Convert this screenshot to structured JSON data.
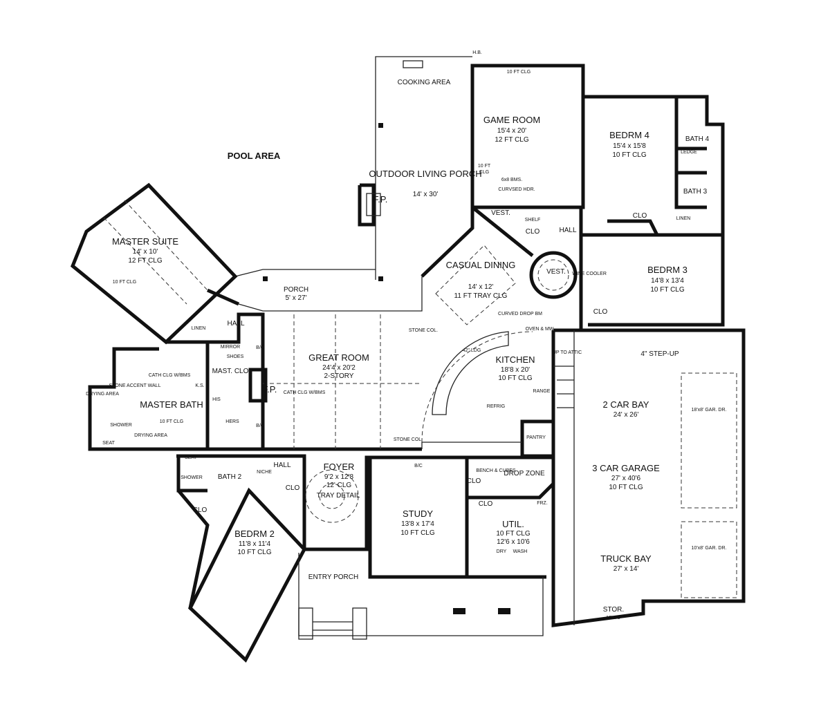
{
  "plan": {
    "rooms": [
      {
        "name": "POOL AREA",
        "dims": "",
        "clg": ""
      },
      {
        "name": "COOKING AREA",
        "dims": "",
        "clg": ""
      },
      {
        "name": "GAME ROOM",
        "dims": "15'4 x 20'",
        "clg": "12 FT CLG"
      },
      {
        "name": "OUTDOOR LIVING PORCH",
        "dims": "14' x 30'",
        "clg": ""
      },
      {
        "name": "BEDRM 4",
        "dims": "15'4 x 15'8",
        "clg": "10 FT CLG"
      },
      {
        "name": "MASTER SUITE",
        "dims": "14' x 10'",
        "clg": "12 FT CLG"
      },
      {
        "name": "CASUAL DINING",
        "dims": "14' x 12'",
        "clg": "11 FT TRAY CLG"
      },
      {
        "name": "BEDRM 3",
        "dims": "14'8 x 13'4",
        "clg": "10 FT CLG"
      },
      {
        "name": "PORCH",
        "dims": "5' x 27'",
        "clg": ""
      },
      {
        "name": "GREAT ROOM",
        "dims": "24'4 x 20'2",
        "clg": "2-STORY"
      },
      {
        "name": "KITCHEN",
        "dims": "18'8 x 20'",
        "clg": "10 FT CLG"
      },
      {
        "name": "MASTER BATH",
        "dims": "",
        "clg": "10 FT CLG"
      },
      {
        "name": "2 CAR BAY",
        "dims": "24' x 26'",
        "clg": ""
      },
      {
        "name": "3 CAR GARAGE",
        "dims": "27' x 40'6",
        "clg": "10 FT CLG"
      },
      {
        "name": "FOYER",
        "dims": "9'2 x 12'8",
        "clg": "12' CLG"
      },
      {
        "name": "STUDY",
        "dims": "13'8 x 17'4",
        "clg": "10 FT CLG"
      },
      {
        "name": "UTIL.",
        "dims": "12'6 x 10'6",
        "clg": "10 FT CLG"
      },
      {
        "name": "BEDRM 2",
        "dims": "11'8 x 11'4",
        "clg": "10 FT CLG"
      },
      {
        "name": "TRUCK BAY",
        "dims": "27' x 14'",
        "clg": ""
      },
      {
        "name": "STOR.",
        "dims": "16' x 3'",
        "clg": ""
      },
      {
        "name": "ENTRY PORCH",
        "dims": "",
        "clg": ""
      }
    ],
    "labels": {
      "fp1": "F.P.",
      "fp2": "F.P.",
      "vest1": "VEST.",
      "vest2": "VEST.",
      "hall1": "HALL",
      "hall2": "HALL",
      "hall3": "HALL",
      "clo_game": "CLO",
      "clo_bed4": "CLO",
      "clo_bed3": "CLO",
      "clo_bed2": "CLO",
      "clo_hall": "CLO",
      "clo_study": "CLO",
      "clo_util": "CLO",
      "bath4": "BATH 4",
      "bath3": "BATH 3",
      "bath2": "BATH 2",
      "linen1": "LINEN",
      "linen2": "LINEN",
      "ledge": "LEDGE",
      "ten_clg": "10 FT CLG",
      "ten_clg_l": "10 FT CLG",
      "ten_ft": "10 FT",
      "clg": "CLG",
      "curved_hdr": "CURVSED HDR.",
      "bms": "6x8 BMS.",
      "shelf": "SHELF",
      "wine": "WINE COOLER",
      "ks": "K.S.",
      "step_up": "4\" STEP-UP",
      "up_attic": "UP TO ATTIC",
      "curved_drop": "CURVED DROP BM",
      "oven": "OVEN & MW",
      "ldg": "42\" LDG",
      "refric": "REFRIG",
      "range": "RANGE",
      "pantry": "PANTRY",
      "stone_col": "STONE COL.",
      "mirror": "MIRROR",
      "shoes": "SHOES",
      "mast_clo": "MAST. CLO",
      "his": "HIS",
      "hers": "HERS",
      "bc": "B/C",
      "cath_clg": "CATH CLG W/BMS",
      "cath_clg2": "CATH CLG W/BMS",
      "stone_wall": "STONE ACCENT WALL",
      "drying": "DRYING AREA",
      "shower": "SHOWER",
      "seat": "SEAT",
      "niche": "NICHE",
      "tray": "TRAY DETAIL",
      "bench": "BENCH & CUBES",
      "drop": "DROP ZONE",
      "frz": "FRZ.",
      "dry": "DRY",
      "wash": "WASH",
      "gar_dr1": "18'x8' GAR. DR.",
      "gar_dr2": "10'x8' GAR. DR.",
      "hb": "H.B."
    }
  }
}
